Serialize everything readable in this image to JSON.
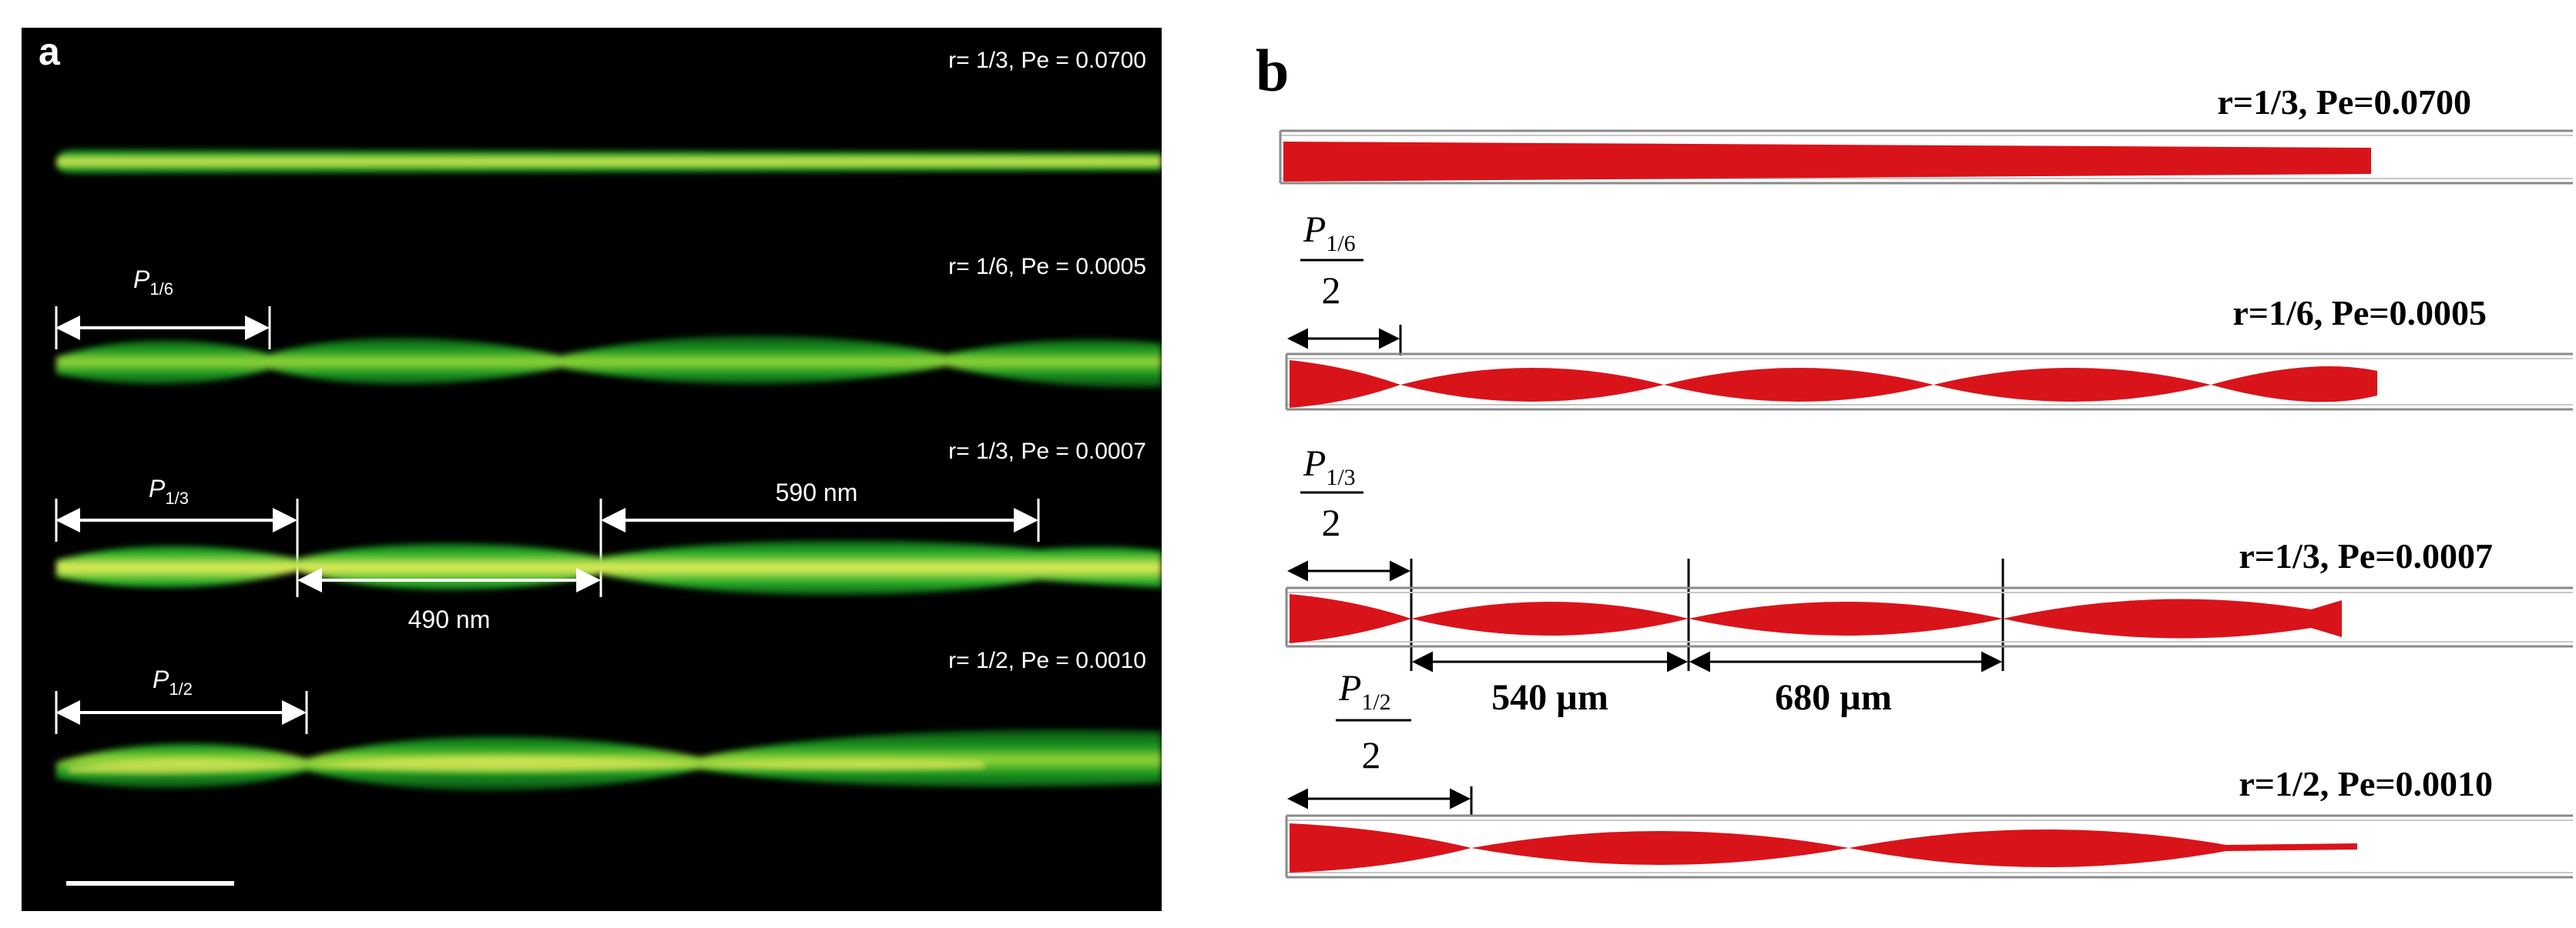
{
  "panel_a": {
    "label": "a",
    "rows": [
      {
        "condition": "r= 1/3, Pe = 0.0700",
        "period_label": "",
        "period_sub": ""
      },
      {
        "condition": "r= 1/6, Pe = 0.0005",
        "period_label": "P",
        "period_sub": "1/6"
      },
      {
        "condition": "r= 1/3, Pe = 0.0007",
        "period_label": "P",
        "period_sub": "1/3"
      },
      {
        "condition": "r= 1/2, Pe = 0.0010",
        "period_label": "P",
        "period_sub": "1/2"
      }
    ],
    "measure_upper": "590 nm",
    "measure_lower": "490 nm",
    "colors": {
      "background": "#000000",
      "fiber_core": "#f0f04a",
      "fiber_edge": "#1fa31f",
      "annotation": "#ffffff"
    }
  },
  "panel_b": {
    "label": "b",
    "rows": [
      {
        "condition": "r=1/3, Pe=0.0700",
        "period_label": "",
        "period_sub": "",
        "denominator": ""
      },
      {
        "condition": "r=1/6, Pe=0.0005",
        "period_label": "P",
        "period_sub": "1/6",
        "denominator": "2"
      },
      {
        "condition": "r=1/3, Pe=0.0007",
        "period_label": "P",
        "period_sub": "1/3",
        "denominator": "2"
      },
      {
        "condition": "r=1/2, Pe=0.0010",
        "period_label": "P",
        "period_sub": "1/2",
        "denominator": "2"
      }
    ],
    "measure_left": "540 µm",
    "measure_right": "680 µm",
    "colors": {
      "jet": "#d8141a",
      "channel": "#8a8a8a",
      "annotation": "#000000"
    }
  }
}
